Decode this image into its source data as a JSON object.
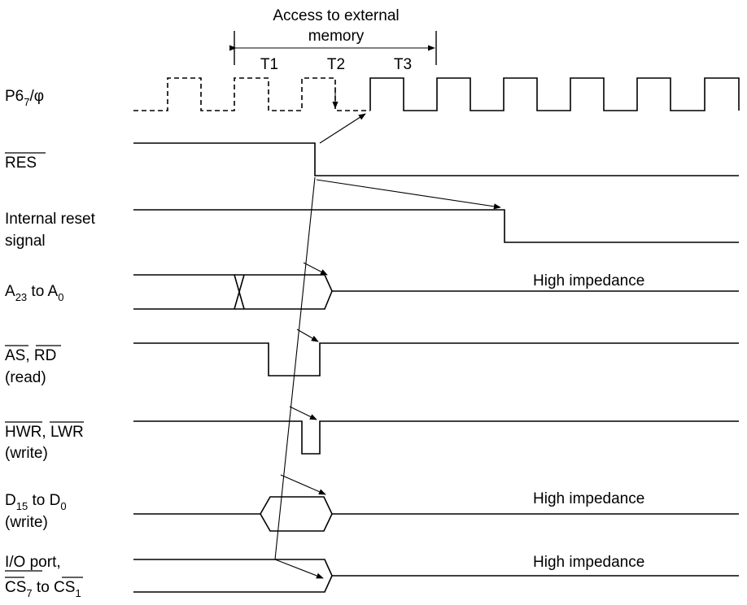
{
  "header": {
    "access_line1": "Access to external",
    "access_line2": "memory",
    "states": [
      "T1",
      "T2",
      "T3"
    ]
  },
  "signals": {
    "clock": {
      "base": "P6",
      "sub": "7",
      "suffix": "/φ"
    },
    "res": {
      "name": "RES"
    },
    "internal_reset": {
      "line1": "Internal reset",
      "line2": "signal"
    },
    "address": {
      "a": "A",
      "hi": "23",
      "mid": " to A",
      "lo": "0"
    },
    "as_rd": {
      "as": "AS",
      "sep": ", ",
      "rd": "RD",
      "note": "(read)"
    },
    "hwr_lwr": {
      "hwr": "HWR",
      "sep": ", ",
      "lwr": "LWR",
      "note": "(write)"
    },
    "data": {
      "d": "D",
      "hi": "15",
      "mid": " to D",
      "lo": "0",
      "note": "(write)"
    },
    "io_port": {
      "line1": "I/O port,",
      "cs_a": "CS",
      "sub_a": "7",
      "mid": " to ",
      "cs_b": "CS",
      "sub_b": "1"
    }
  },
  "states_text": {
    "address": "High impedance",
    "data": "High impedance",
    "io_port": "High impedance"
  }
}
